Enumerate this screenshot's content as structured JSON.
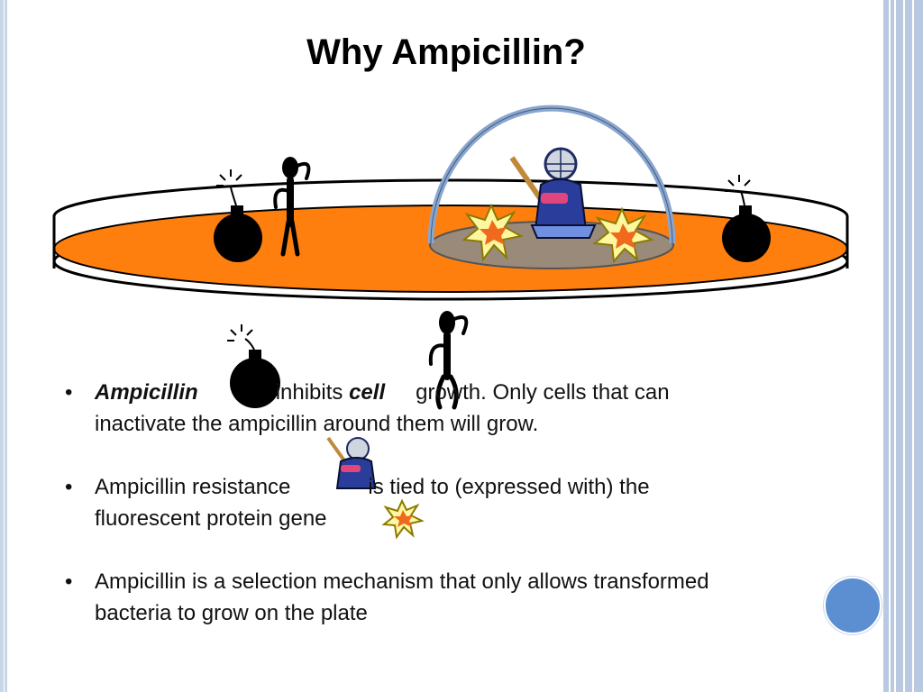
{
  "title": "Why Ampicillin?",
  "bullets": [
    {
      "term": "Ampicillin",
      "text_a": "inhibits",
      "term2": "cell",
      "text_b": "growth. Only cells that can",
      "text_c": "inactivate the ampicillin around them will grow."
    },
    {
      "text_a": "Ampicillin resistance",
      "text_b": "is tied to (expressed with) the",
      "text_c": "fluorescent protein  gene"
    },
    {
      "text_a": "Ampicillin is a selection mechanism that only allows transformed",
      "text_b": "bacteria to grow on the plate"
    }
  ],
  "colors": {
    "agar": "#ff7f0e",
    "dome": "#8aa6cc",
    "shield_area": "#9a8a7a",
    "accent_dot": "#5b8fd1",
    "border": "#b9c9e2"
  },
  "icons": [
    "bomb-icon",
    "stick-figure-cell-icon",
    "kendo-warrior-icon",
    "explosion-icon"
  ]
}
